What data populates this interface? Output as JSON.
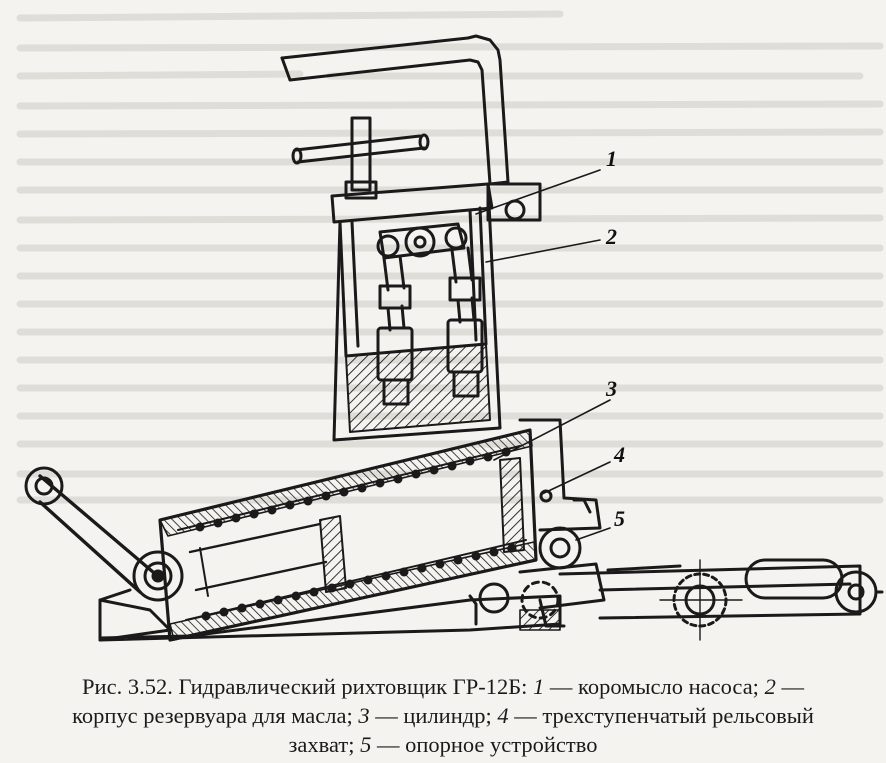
{
  "figure": {
    "callouts": [
      "1",
      "2",
      "3",
      "4",
      "5"
    ]
  },
  "caption": {
    "line1": {
      "prefix": "Рис. 3.52. Гидравлический рихтовщик ГР-12Б: ",
      "n1": "1",
      "t1": " — коромысло насоса; ",
      "n2": "2",
      "t2": " —"
    },
    "line2": {
      "t2": "корпус резервуара для масла; ",
      "n3": "3",
      "t3": " — цилиндр; ",
      "n4": "4",
      "t4": " — трехступенчатый рельсовый"
    },
    "line3": {
      "t4": "захват; ",
      "n5": "5",
      "t5": " — опорное устройство"
    }
  },
  "colors": {
    "ink": "#1a1a1a",
    "paper": "#f4f3ef",
    "bleed_text": "#9a9890"
  }
}
